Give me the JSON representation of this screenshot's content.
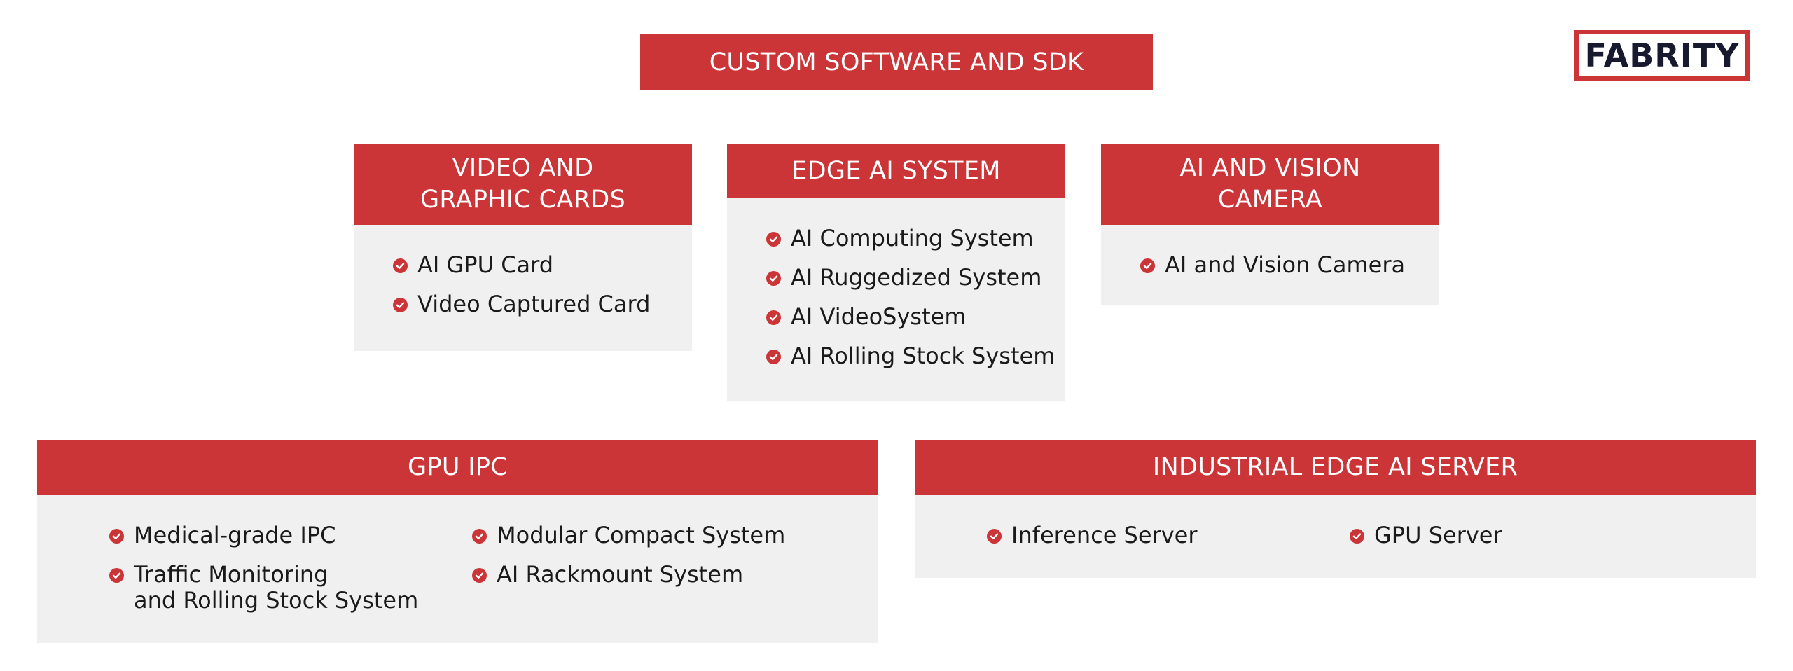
{
  "logo": {
    "text": "FABRITY"
  },
  "colors": {
    "accent": "#cb3538",
    "panel": "#f0f0f0",
    "logo_text": "#171a2e"
  },
  "top_bar": {
    "label": "CUSTOM SOFTWARE AND SDK"
  },
  "boxes": {
    "video_graphic": {
      "title_line1": "VIDEO AND",
      "title_line2": "GRAPHIC CARDS",
      "items": [
        "AI GPU Card",
        "Video Captured Card"
      ]
    },
    "edge_ai": {
      "title": "EDGE AI SYSTEM",
      "items": [
        "AI Computing System",
        "AI Ruggedized System",
        "AI VideoSystem",
        "AI Rolling Stock System"
      ]
    },
    "vision_camera": {
      "title_line1": "AI AND VISION",
      "title_line2": "CAMERA",
      "items": [
        "AI and Vision Camera"
      ]
    },
    "gpu_ipc": {
      "title": "GPU IPC",
      "col1": {
        "item1": "Medical-grade IPC",
        "item2_line1": "Traffic Monitoring",
        "item2_line2": "and Rolling Stock System"
      },
      "col2": [
        "Modular Compact System",
        "AI Rackmount System"
      ]
    },
    "edge_server": {
      "title": "INDUSTRIAL EDGE AI SERVER",
      "col1": [
        "Inference Server"
      ],
      "col2": [
        "GPU Server"
      ]
    }
  }
}
